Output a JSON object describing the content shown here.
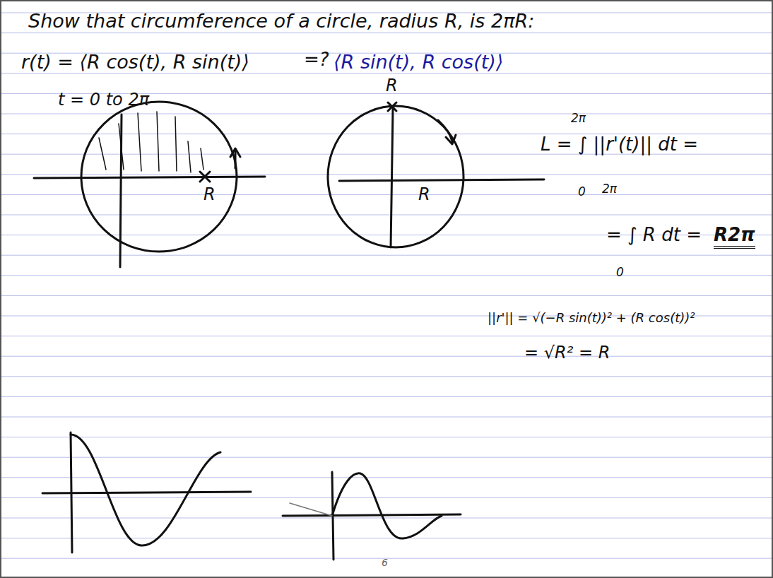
{
  "diagram": {
    "title": "Show that circumference of a circle, radius R, is 2πR:",
    "labels": [
      "r(t) = ⟨R cos(t), R sin(t)⟩",
      "=?",
      "⟨R sin(t), R cos(t)⟩",
      "t = 0 to 2π",
      "2π",
      "L = ∫ ||r'(t)|| dt =",
      "0",
      "2π",
      "= ∫ R dt =",
      "R2π",
      "0",
      "||r'|| = √(−R sin(t))² + (R cos(t))²",
      "= √R² = R",
      "R",
      "R",
      "R",
      "6"
    ]
  }
}
